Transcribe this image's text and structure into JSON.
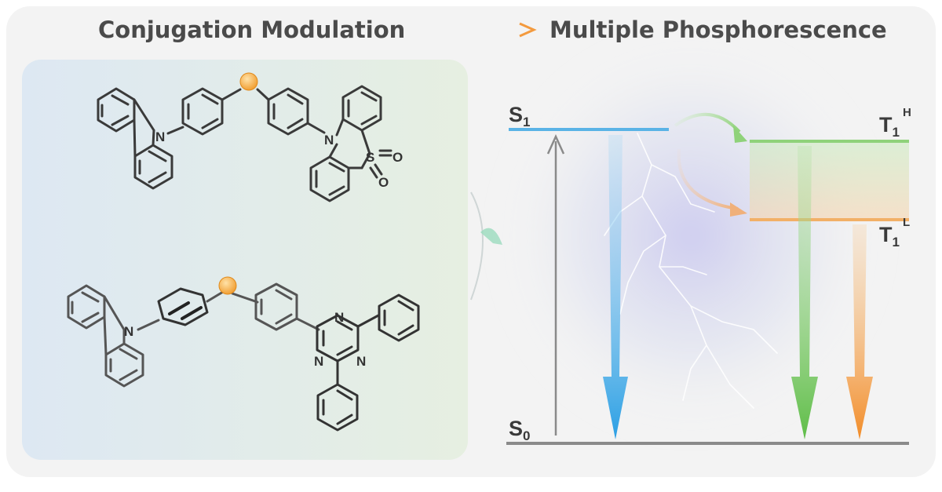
{
  "header": {
    "left_title": "Conjugation Modulation",
    "right_title": "Multiple Phosphorescence"
  },
  "molecule_1": {
    "atoms": {
      "n1": "N",
      "n2": "N",
      "s": "S",
      "o1": "O",
      "o2": "O"
    }
  },
  "molecule_2": {
    "atoms": {
      "n1": "N",
      "n_a": "N",
      "n_b": "N",
      "n_c": "N"
    }
  },
  "energy_levels": {
    "s1": {
      "main": "S",
      "sub": "1"
    },
    "s0": {
      "main": "S",
      "sub": "0"
    },
    "t1h": {
      "main": "T",
      "sub": "1",
      "sup": "H"
    },
    "t1l": {
      "main": "T",
      "sub": "1",
      "sup": "L"
    }
  },
  "colors": {
    "title": "#4a4a4a",
    "panel_left": "#dfe9f2",
    "panel_right": "#e5eee0",
    "node": "#f3a43a",
    "s1_line": "#5ab3e6",
    "t1h_line": "#8fd27a",
    "t1l_line": "#f2b067",
    "blue_arrow": "#3aa6e6",
    "green_arrow": "#6fc35a",
    "orange_arrow": "#f29a3c",
    "ground": "#8a8a8a"
  }
}
